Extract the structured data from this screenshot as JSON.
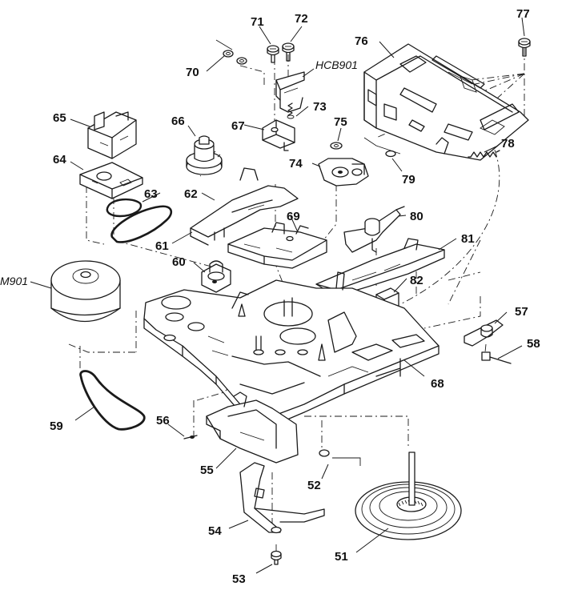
{
  "diagram_title": "",
  "labels": {
    "p51": "51",
    "p52": "52",
    "p53": "53",
    "p54": "54",
    "p55": "55",
    "p56": "56",
    "p57": "57",
    "p58": "58",
    "p59": "59",
    "p60": "60",
    "p61": "61",
    "p62": "62",
    "p63": "63",
    "p64": "64",
    "p65": "65",
    "p66": "66",
    "p67": "67",
    "p68": "68",
    "p69": "69",
    "p70": "70",
    "p71": "71",
    "p72": "72",
    "p73": "73",
    "p74": "74",
    "p75": "75",
    "p76": "76",
    "p77": "77",
    "p78": "78",
    "p79": "79",
    "p80": "80",
    "p81": "81",
    "p82": "82",
    "hcb901": "HCB901",
    "m901": "M901"
  }
}
